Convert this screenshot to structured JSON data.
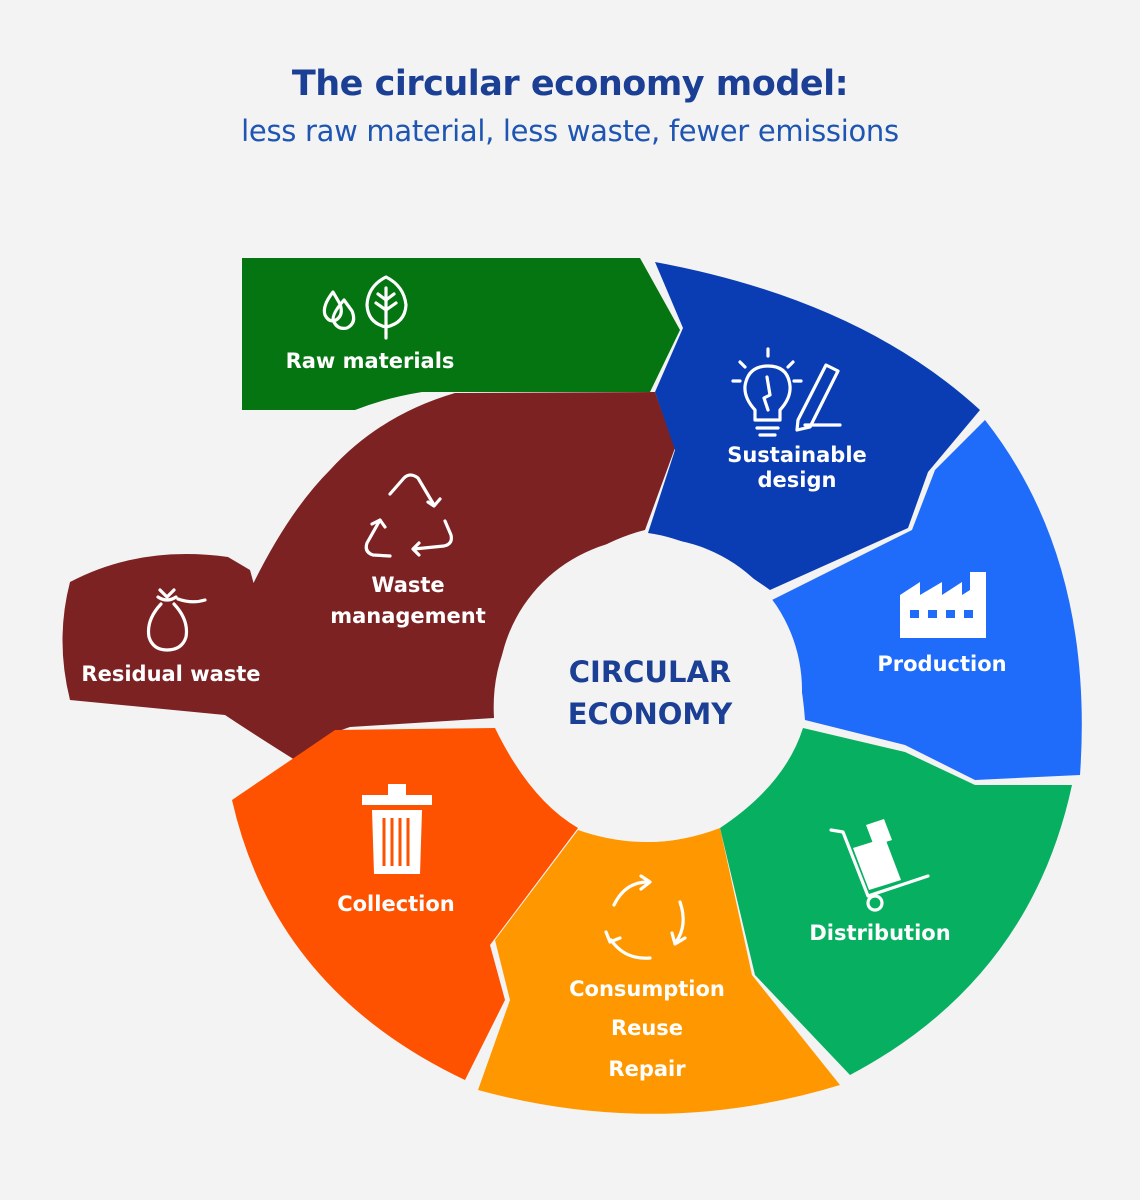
{
  "header": {
    "title": "The circular economy model:",
    "subtitle": "less raw material, less waste, fewer emissions"
  },
  "center": {
    "line1": "CIRCULAR",
    "line2": "ECONOMY"
  },
  "segments": {
    "raw_materials": {
      "label": "Raw materials",
      "color": "#057511",
      "icons": [
        "water-drops-icon",
        "tree-icon"
      ]
    },
    "sustainable_design": {
      "label_line1": "Sustainable",
      "label_line2": "design",
      "color": "#0a3db4",
      "icons": [
        "light-bulb-icon",
        "pencil-icon"
      ]
    },
    "production": {
      "label": "Production",
      "color": "#1f6bfa",
      "icons": [
        "factory-icon"
      ]
    },
    "distribution": {
      "label": "Distribution",
      "color": "#07b060",
      "icons": [
        "hand-truck-icon"
      ]
    },
    "consumption": {
      "label_line1": "Consumption",
      "label_line2": "Reuse",
      "label_line3": "Repair",
      "color": "#ff9800",
      "icons": [
        "cycle-arrows-icon"
      ]
    },
    "collection": {
      "label": "Collection",
      "color": "#ff5201",
      "icons": [
        "trash-can-icon"
      ]
    },
    "waste_management": {
      "label_line1": "Waste",
      "label_line2": "management",
      "color": "#7c2223",
      "icons": [
        "recycle-icon"
      ]
    },
    "residual_waste": {
      "label": "Residual waste",
      "color": "#7c2223",
      "icons": [
        "garbage-bag-icon"
      ]
    }
  }
}
